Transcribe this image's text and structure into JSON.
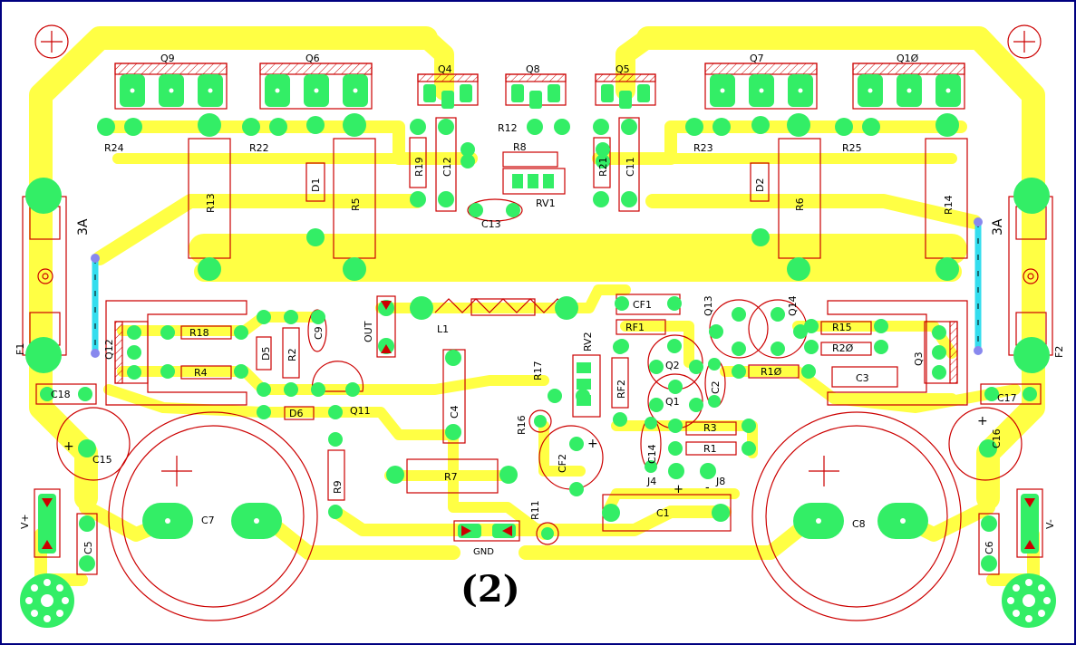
{
  "board_caption": "(2)",
  "colors": {
    "background": "#ffffff",
    "trace": "#ffff44",
    "pad": "#33ee66",
    "silkscreen": "#cc0000",
    "jumper": "#33ddee",
    "via": "#8888ee",
    "text": "#000000"
  },
  "labels": {
    "q9": "Q9",
    "q6": "Q6",
    "q4": "Q4",
    "q8": "Q8",
    "q5": "Q5",
    "q7": "Q7",
    "q10": "Q1Ø",
    "r24": "R24",
    "r22": "R22",
    "r12": "R12",
    "r8": "R8",
    "rv1": "RV1",
    "r23": "R23",
    "r25": "R25",
    "r13": "R13",
    "d1": "D1",
    "r5": "R5",
    "r19": "R19",
    "c12": "C12",
    "c13": "C13",
    "r21": "R21",
    "c11": "C11",
    "d2": "D2",
    "r6": "R6",
    "r14": "R14",
    "f1": "F1",
    "f2": "F2",
    "fuse_rating_left": "3A",
    "fuse_rating_right": "3A",
    "q12": "Q12",
    "r18": "R18",
    "r4": "R4",
    "d5": "D5",
    "r2": "R2",
    "c9": "C9",
    "out": "OUT",
    "l1": "L1",
    "cf1": "CF1",
    "rf1": "RF1",
    "rv2": "RV2",
    "rf2": "RF2",
    "q13": "Q13",
    "q14": "Q14",
    "q2": "Q2",
    "c2": "C2",
    "q1": "Q1",
    "r15": "R15",
    "r20": "R2Ø",
    "r10": "R1Ø",
    "c3": "C3",
    "q3": "Q3",
    "c18": "C18",
    "c17": "C17",
    "d6": "D6",
    "q11": "Q11",
    "c4": "C4",
    "r17": "R17",
    "r16": "R16",
    "cf2": "CF2",
    "c14": "C14",
    "r3": "R3",
    "r1": "R1",
    "c15": "C15",
    "c16": "C16",
    "r9": "R9",
    "r7": "R7",
    "j4": "J4",
    "j8": "J8",
    "c7": "C7",
    "c8": "C8",
    "r11": "R11",
    "c1": "C1",
    "c5": "C5",
    "c6": "C6",
    "vplus": "V+",
    "vminus": "V-",
    "gnd": "GND",
    "plus": "+",
    "minus": "-"
  }
}
